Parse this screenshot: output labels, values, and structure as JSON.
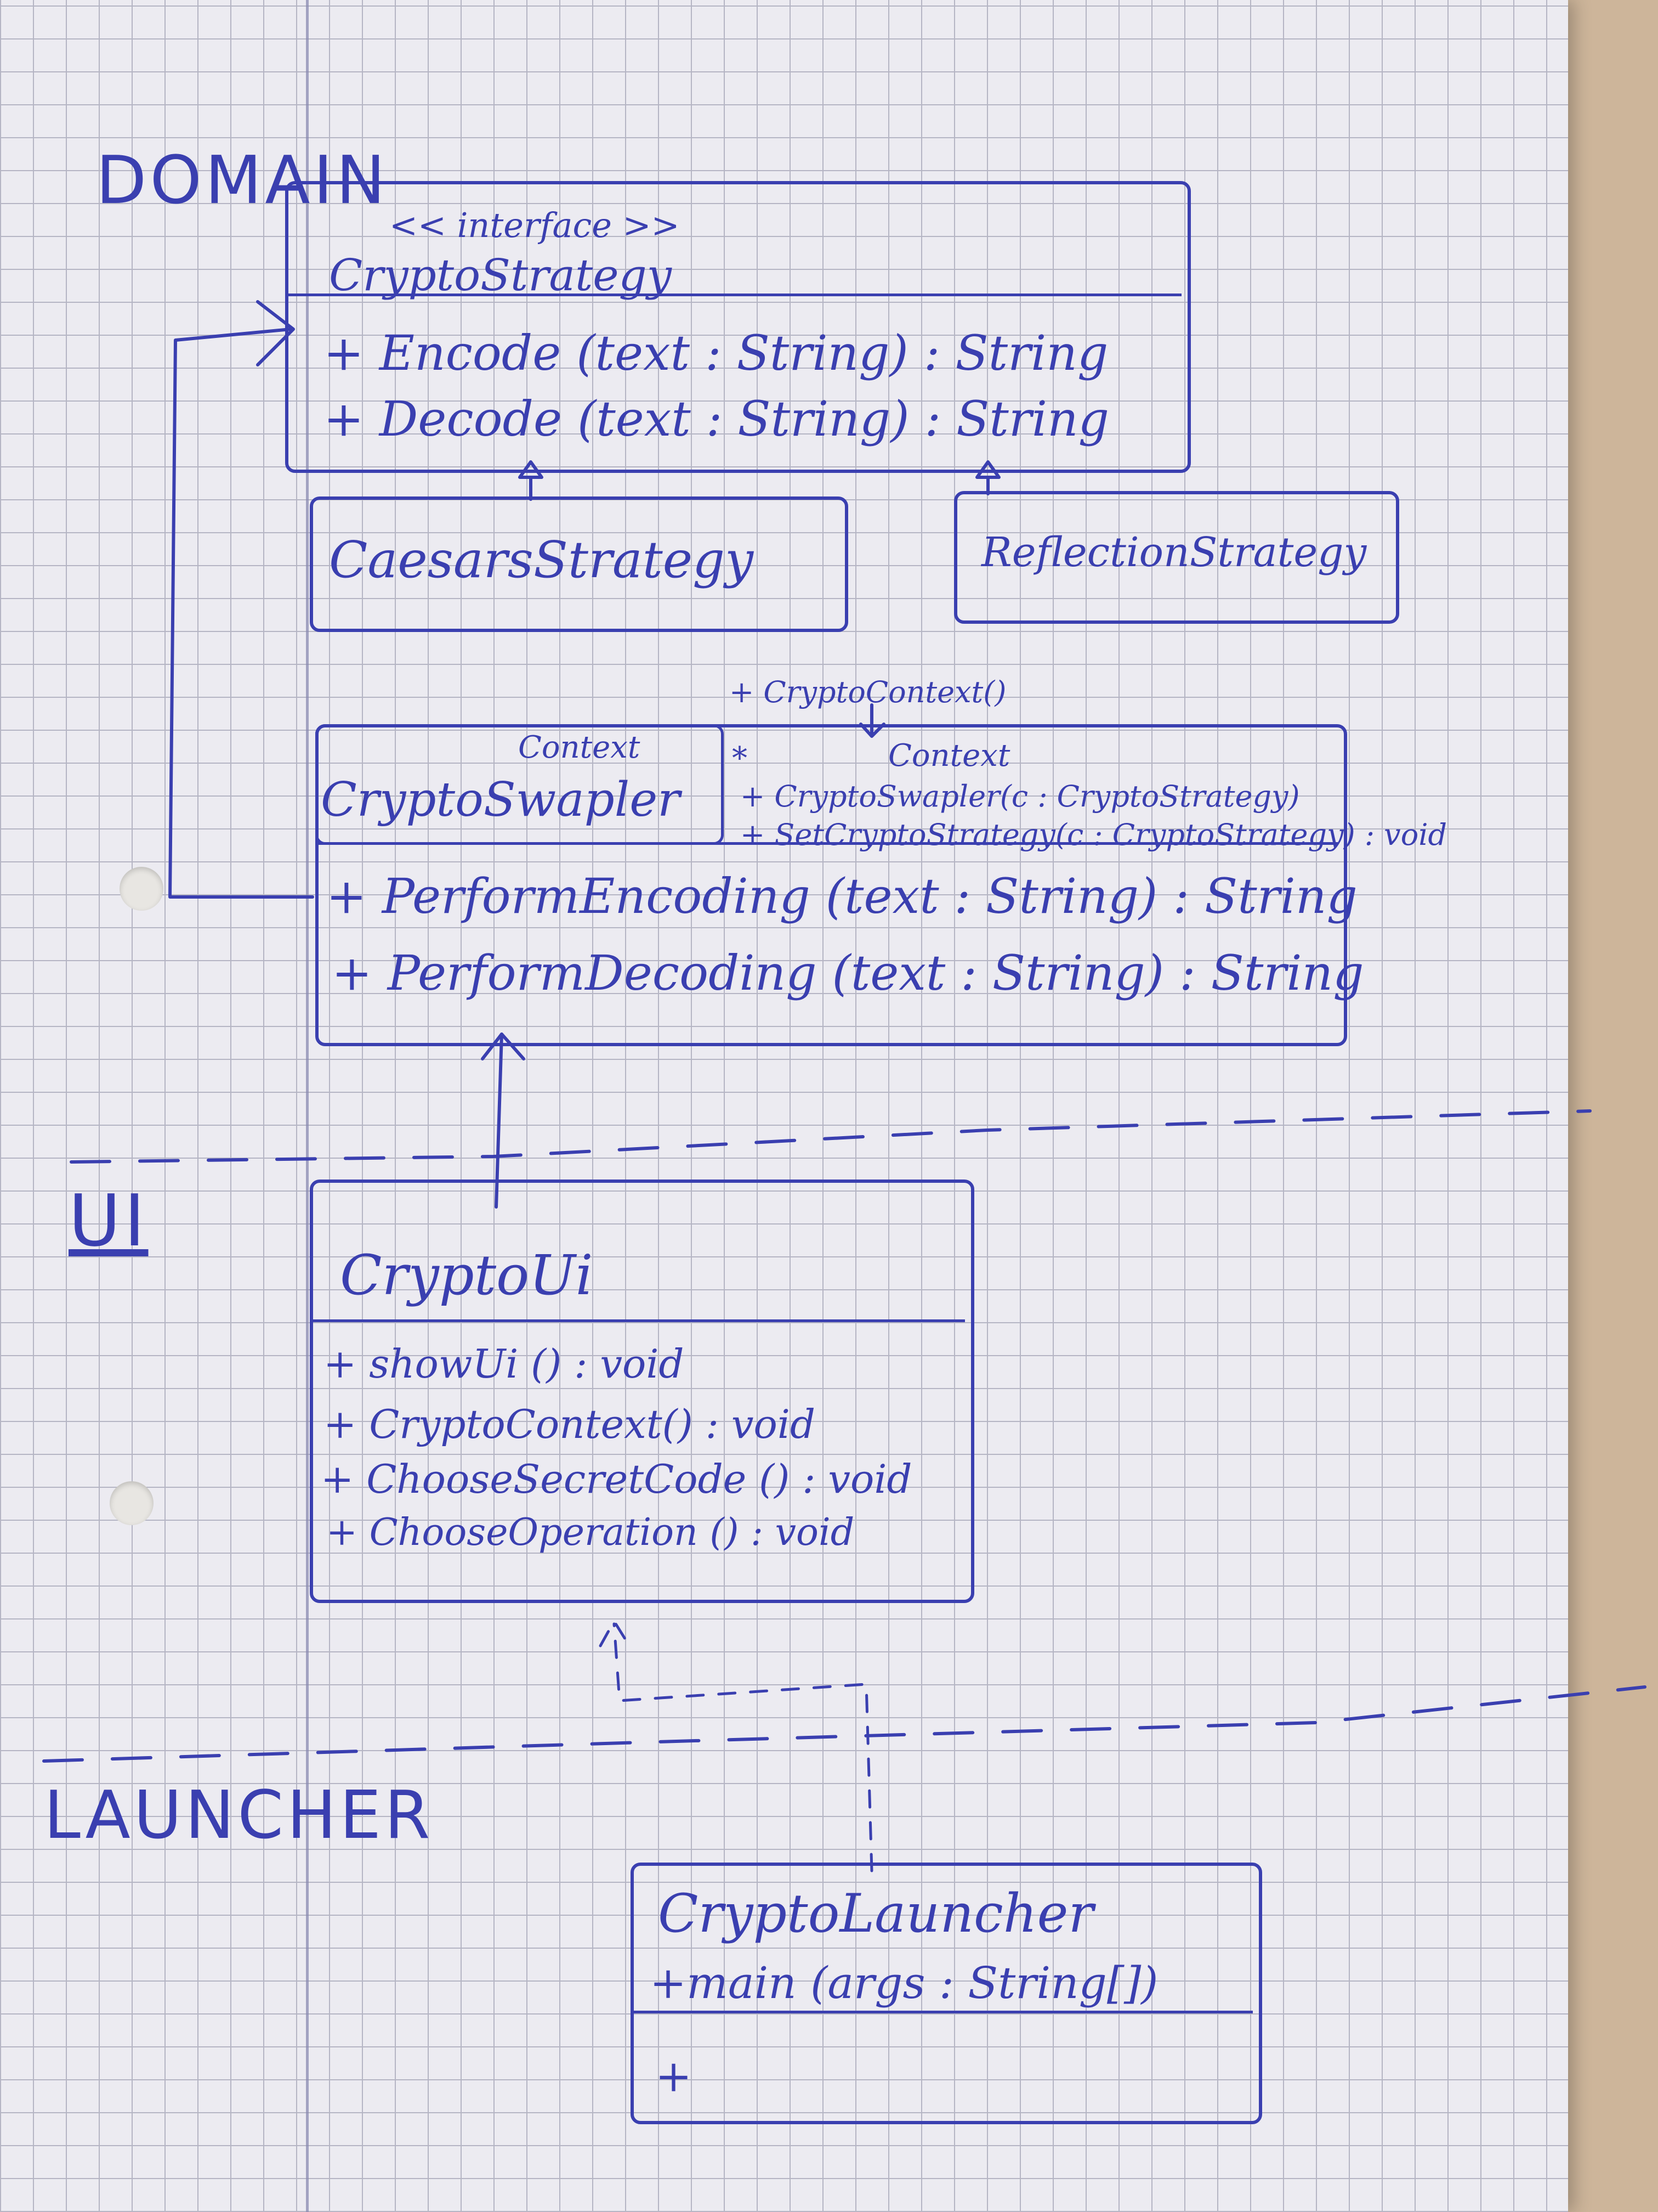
{
  "layers": {
    "domain": "DOMAIN",
    "ui": "UI",
    "launcher": "LAUNCHER"
  },
  "crypto_strategy": {
    "stereotype": "<< interface >>",
    "name": "CryptoStrategy",
    "methods": [
      "+ Encode (text : String) : String",
      "+ Decode (text : String) : String"
    ]
  },
  "caesars_strategy": {
    "name": "CaesarsStrategy"
  },
  "reflection_strategy": {
    "name": "ReflectionStrategy"
  },
  "crypto_context": {
    "name": "CryptoSwapler",
    "correction": "Context",
    "note_constructor": "+ CryptoContext()",
    "note_context": "Context",
    "star": "*",
    "attrs": [
      "+ CryptoSwapler(c : CryptoStrategy)",
      "+ SetCryptoStrategy(c : CryptoStrategy) : void"
    ],
    "methods": [
      "+ PerformEncoding (text : String) : String",
      "+ PerformDecoding (text : String) : String"
    ]
  },
  "crypto_ui": {
    "name": "CryptoUi",
    "methods": [
      "+ showUi () : void",
      "+ CryptoContext() : void",
      "+ ChooseSecretCode () : void",
      "+ ChooseOperation () : void"
    ]
  },
  "crypto_launcher": {
    "name": "CryptoLauncher",
    "method": "+main (args : String[])",
    "extra": "+"
  }
}
